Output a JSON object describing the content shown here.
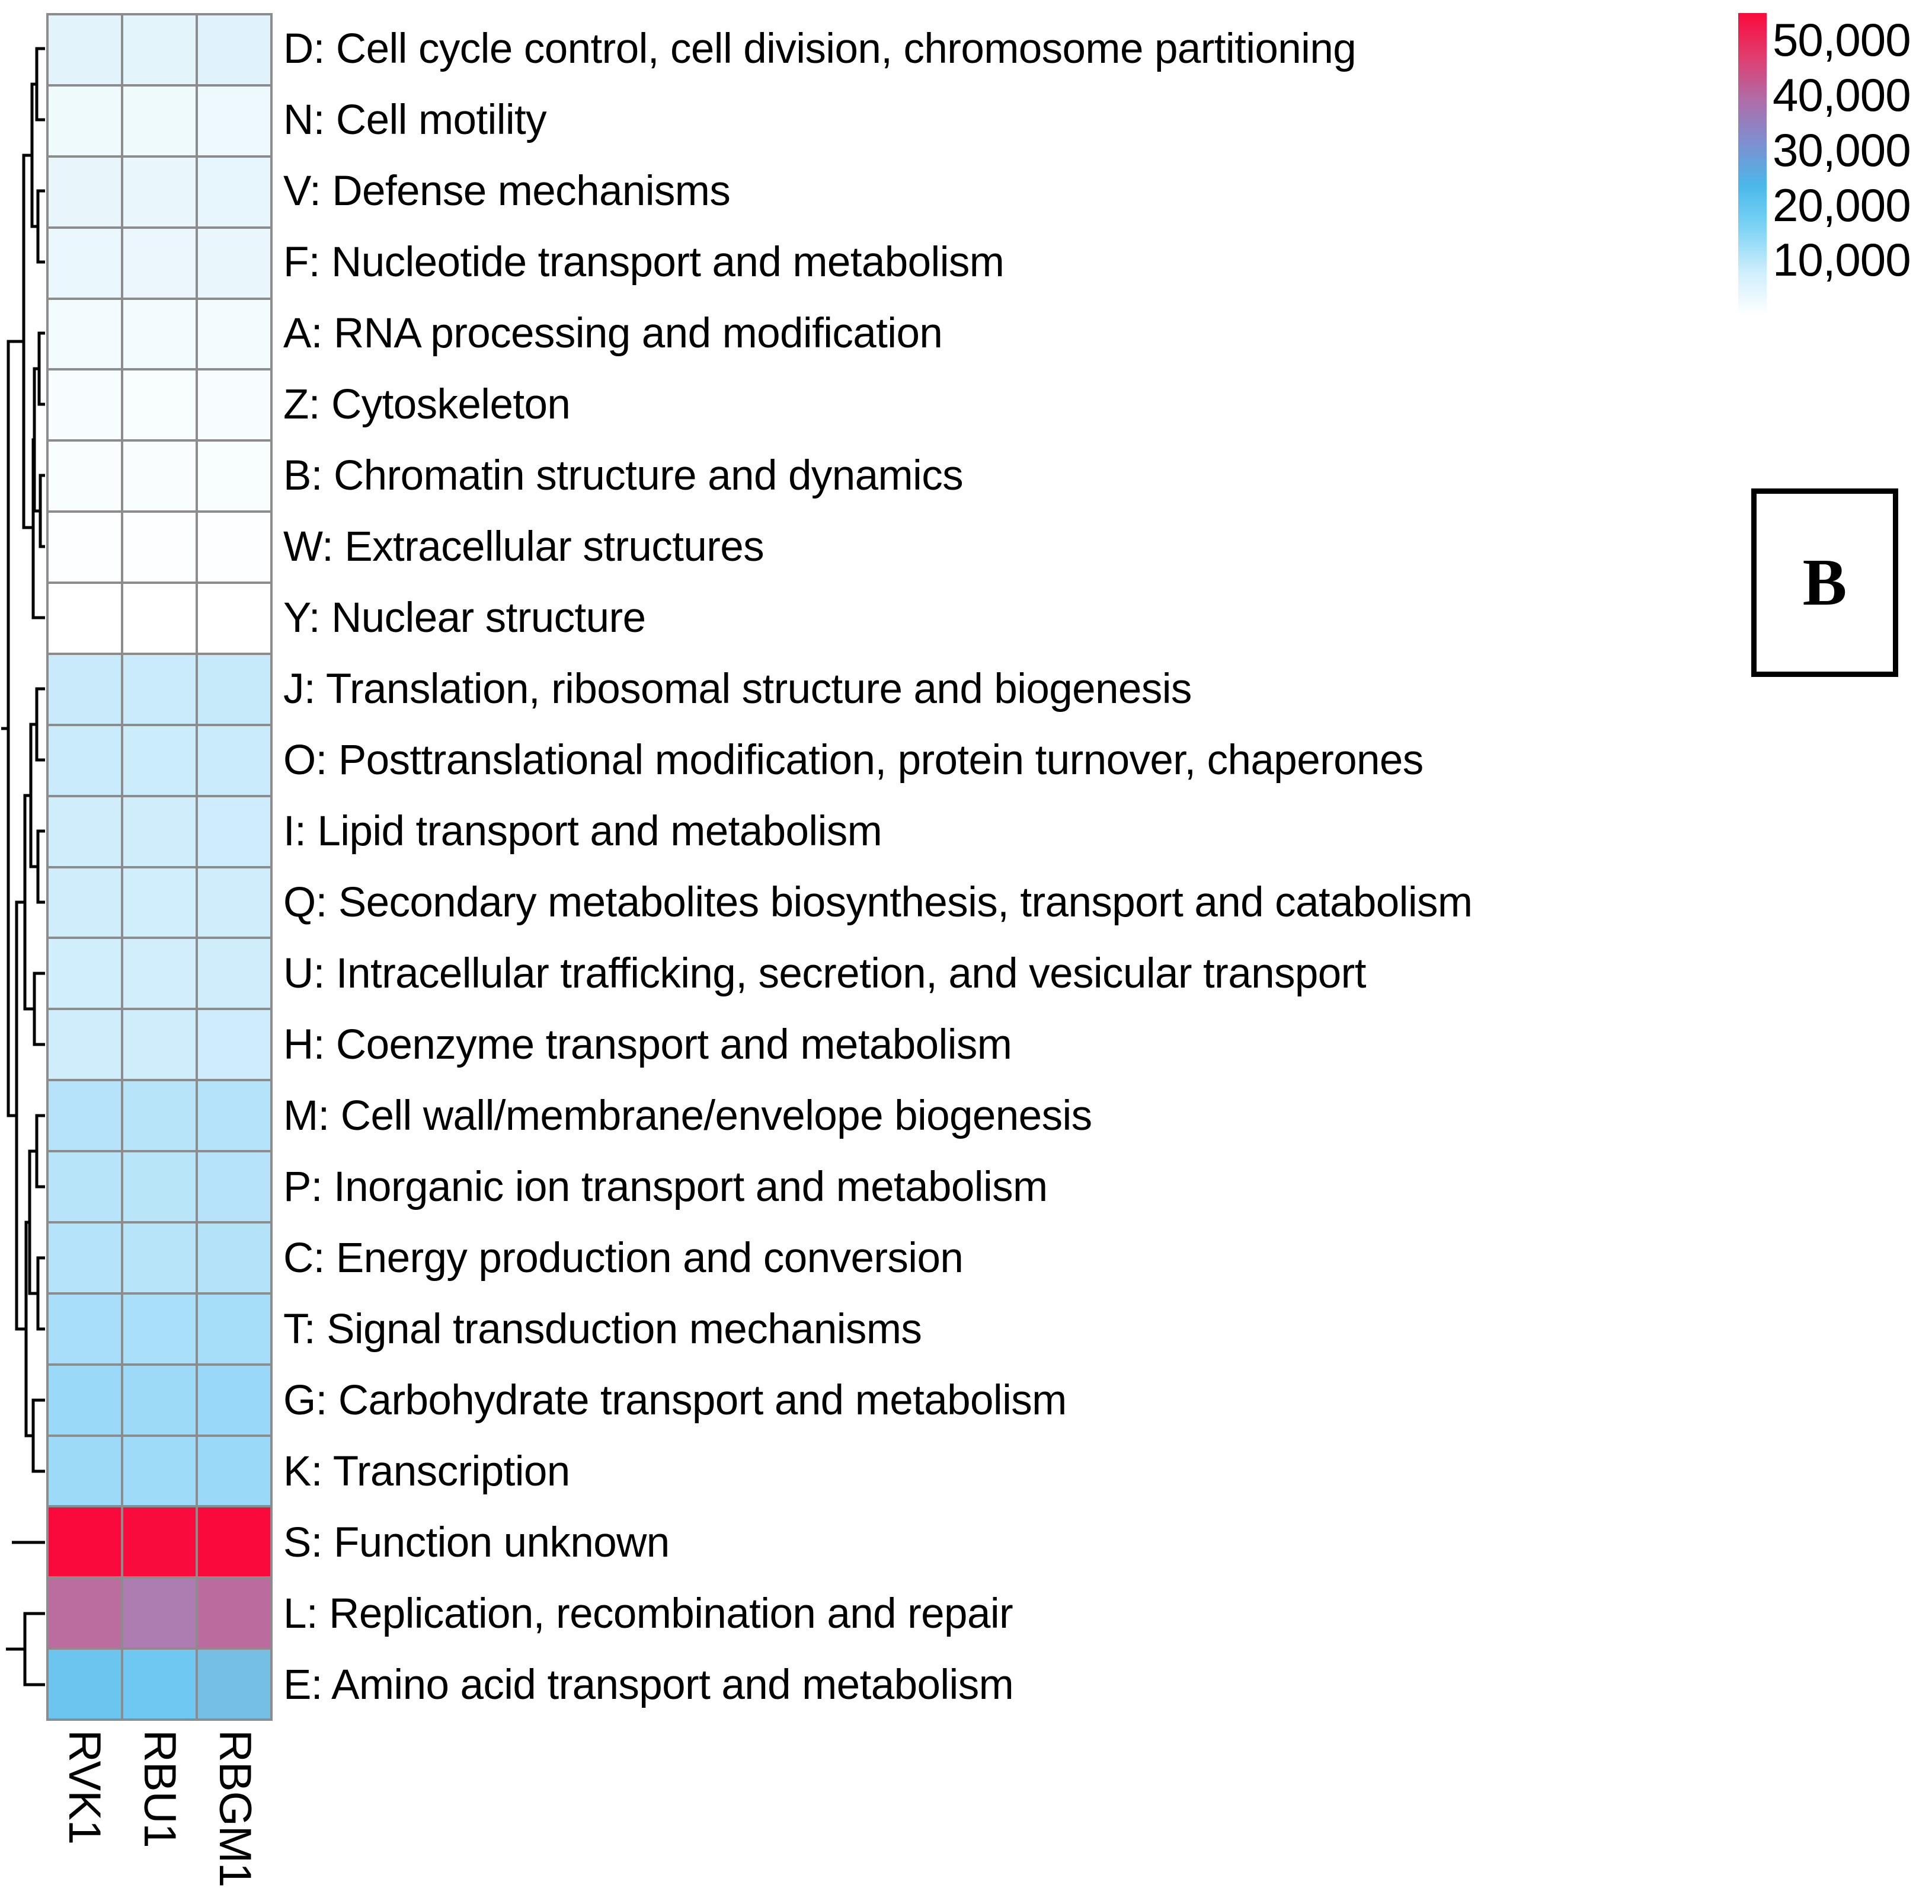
{
  "panel": {
    "letter": "B"
  },
  "colorbar": {
    "ticks": [
      "50,000",
      "40,000",
      "30,000",
      "20,000",
      "10,000"
    ],
    "tick_values": [
      50000,
      40000,
      30000,
      20000,
      10000
    ],
    "vmin": 0,
    "vmax": 55000,
    "colors_low_to_high": [
      "#ffffff",
      "#cfeefc",
      "#7fd4f5",
      "#4ab8ea",
      "#7d8fd0",
      "#b06ca8",
      "#e03d6e",
      "#fa0a3c"
    ]
  },
  "columns": [
    "RVK1",
    "RBU1",
    "RBGM1"
  ],
  "chart_data": {
    "type": "heatmap",
    "title": "",
    "xlabel": "",
    "ylabel": "",
    "legend_position": "top-right",
    "colorbar_label": "",
    "colorscale": "white-blue-purple-red",
    "vmin": 0,
    "vmax": 55000,
    "x_categories": [
      "RVK1",
      "RBU1",
      "RBGM1"
    ],
    "y_categories": [
      "D: Cell cycle control, cell division, chromosome partitioning",
      "N: Cell motility",
      "V: Defense mechanisms",
      "F: Nucleotide transport and metabolism",
      "A: RNA processing and modification",
      "Z: Cytoskeleton",
      "B: Chromatin structure and dynamics",
      "W: Extracellular structures",
      "Y: Nuclear structure",
      "J: Translation, ribosomal structure and biogenesis",
      "O: Posttranslational modification, protein turnover, chaperones",
      "I: Lipid transport and metabolism",
      "Q: Secondary metabolites biosynthesis, transport and catabolism",
      "U: Intracellular trafficking, secretion, and vesicular transport",
      "H: Coenzyme transport and metabolism",
      "M: Cell wall/membrane/envelope biogenesis",
      "P: Inorganic ion transport and metabolism",
      "C: Energy production and conversion",
      "T: Signal transduction mechanisms",
      "G: Carbohydrate transport and metabolism",
      "K: Transcription",
      "S: Function unknown",
      "L: Replication, recombination and repair",
      "E: Amino acid transport and metabolism"
    ],
    "y_codes": [
      "D",
      "N",
      "V",
      "F",
      "A",
      "Z",
      "B",
      "W",
      "Y",
      "J",
      "O",
      "I",
      "Q",
      "U",
      "H",
      "M",
      "P",
      "C",
      "T",
      "G",
      "K",
      "S",
      "L",
      "E"
    ],
    "values": [
      [
        3200,
        3000,
        3300
      ],
      [
        1500,
        1500,
        1600
      ],
      [
        2600,
        2500,
        2700
      ],
      [
        2400,
        2300,
        2500
      ],
      [
        1300,
        1200,
        1300
      ],
      [
        900,
        850,
        950
      ],
      [
        800,
        750,
        850
      ],
      [
        300,
        280,
        320
      ],
      [
        150,
        140,
        160
      ],
      [
        5200,
        5000,
        5400
      ],
      [
        5000,
        4800,
        5100
      ],
      [
        4600,
        4500,
        4700
      ],
      [
        4500,
        4400,
        4600
      ],
      [
        4400,
        4300,
        4500
      ],
      [
        4600,
        4500,
        4700
      ],
      [
        6300,
        6100,
        6400
      ],
      [
        6200,
        6000,
        6300
      ],
      [
        6400,
        6200,
        6500
      ],
      [
        7200,
        7000,
        7400
      ],
      [
        8000,
        7800,
        8200
      ],
      [
        7800,
        7600,
        7900
      ],
      [
        52000,
        52000,
        52000
      ],
      [
        36000,
        33500,
        36500
      ],
      [
        23000,
        22500,
        23500
      ]
    ],
    "cell_colors": [
      [
        "#e2f3fb",
        "#e4f4fb",
        "#e0f2fb"
      ],
      [
        "#effafd",
        "#effafd",
        "#eef9fd"
      ],
      [
        "#e8f6fc",
        "#e9f6fc",
        "#e7f5fc"
      ],
      [
        "#eaf7fc",
        "#ebf7fc",
        "#e9f6fc"
      ],
      [
        "#f2fbfe",
        "#f2fbfe",
        "#f2fbfe"
      ],
      [
        "#f7fcfe",
        "#f8fdfe",
        "#f7fcfe"
      ],
      [
        "#f9fdfe",
        "#f9fdfe",
        "#f8fdfe"
      ],
      [
        "#fdfeff",
        "#fdfeff",
        "#fdfeff"
      ],
      [
        "#ffffff",
        "#ffffff",
        "#ffffff"
      ],
      [
        "#c8eafb",
        "#c9ebfb",
        "#c7eafa"
      ],
      [
        "#caebfb",
        "#cbecfb",
        "#c9ebfb"
      ],
      [
        "#cfedfb",
        "#d0edfb",
        "#ceecfb"
      ],
      [
        "#d0edfb",
        "#d1eefc",
        "#cfedfb"
      ],
      [
        "#d1eefc",
        "#d2eefc",
        "#d0edfb"
      ],
      [
        "#cfedfb",
        "#d0edfb",
        "#ceecfb"
      ],
      [
        "#b6e3f9",
        "#b8e4f9",
        "#b5e3f9"
      ],
      [
        "#b7e4f9",
        "#b9e5f9",
        "#b6e3f9"
      ],
      [
        "#b5e3f9",
        "#b7e4f9",
        "#b4e2f9"
      ],
      [
        "#a8defa",
        "#aadffa",
        "#a6ddf9"
      ],
      [
        "#9ad9f8",
        "#9cdaf8",
        "#99d8f8"
      ],
      [
        "#9cdaf8",
        "#9edbf8",
        "#9bd9f8"
      ],
      [
        "#fa0a3c",
        "#fa0b3d",
        "#fa0a3c"
      ],
      [
        "#bb6d9f",
        "#ad7cb1",
        "#bb6b9e"
      ],
      [
        "#6cc5ee",
        "#6ec8f2",
        "#75bfe4"
      ]
    ]
  },
  "dendrogram": {
    "description": "row-clustering dendrogram, left side"
  }
}
